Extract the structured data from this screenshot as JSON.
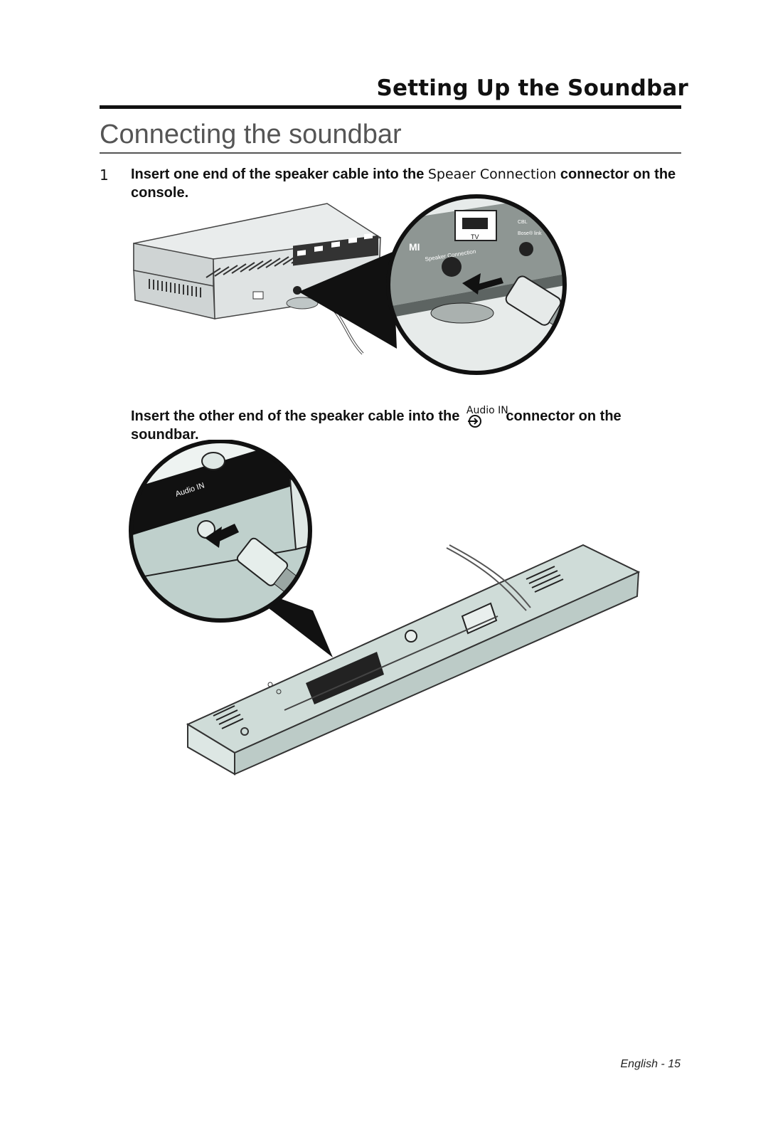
{
  "header": {
    "title": "Setting Up the Soundbar"
  },
  "section": {
    "title": "Connecting the soundbar"
  },
  "steps": [
    {
      "number": "1",
      "text_before": "Insert one end of the speaker cable into the ",
      "connector_label": "Speaer Connection",
      "text_after": " connector on the console."
    },
    {
      "text_before": "Insert the other end of the speaker cable into the ",
      "connector_label": "Audio IN",
      "text_after": " connector on the soundbar."
    }
  ],
  "figure1": {
    "port_labels": {
      "hdmi": "HDMI",
      "tv": "TV",
      "cbl": "CBL",
      "bose": "Bose® link",
      "speaker": "Speaker Connection"
    }
  },
  "figure2": {
    "port_labels": {
      "audio_in": "Audio IN"
    }
  },
  "footer": {
    "page_label": "English - 15"
  }
}
